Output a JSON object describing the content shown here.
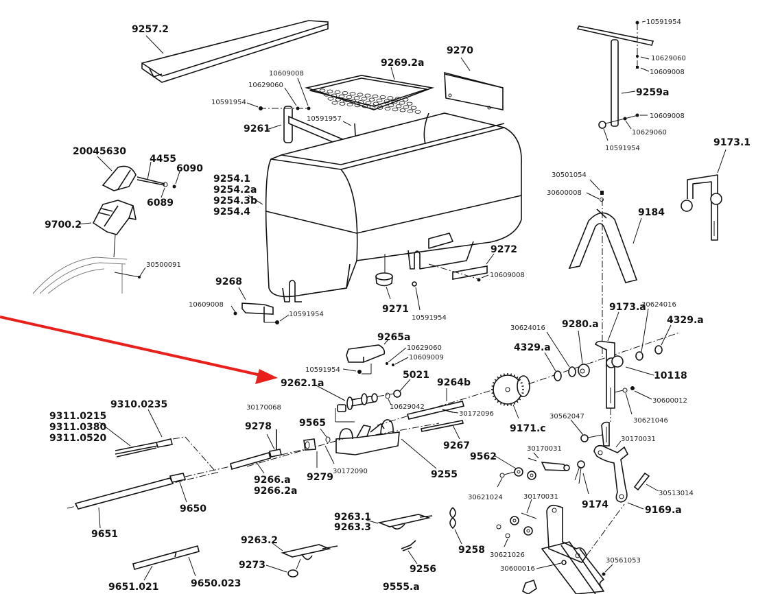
{
  "title": "Exploded parts diagram - hopper and drive assembly",
  "highlight": {
    "target_label": "9262.1a",
    "arrow_color": "#e8201c"
  },
  "labels": {
    "p9257_2": "9257.2",
    "p9269_2a": "9269.2a",
    "p9270": "9270",
    "p10609008_a": "10609008",
    "p10629060_a": "10629060",
    "p10591954_a": "10591954",
    "p10591957": "10591957",
    "p9261": "9261",
    "p20045630": "20045630",
    "p4455": "4455",
    "p6090": "6090",
    "p6089": "6089",
    "p9700_2": "9700.2",
    "p30500091": "30500091",
    "p9254": [
      "9254.1",
      "9254.2a",
      "9254.3b",
      "9254.4"
    ],
    "p10591954_top": "10591954",
    "p10629060_top": "10629060",
    "p10609008_top": "10609008",
    "p9259a": "9259a",
    "p10609008_mid": "10609008",
    "p10629060_mid": "10629060",
    "p10591954_mid": "10591954",
    "p9173_1": "9173.1",
    "p30501054": "30501054",
    "p30600008": "30600008",
    "p9184": "9184",
    "p9272": "9272",
    "p10609008_9272": "10609008",
    "p9268": "9268",
    "p10609008_9268": "10609008",
    "p10591954_9268": "10591954",
    "p9271": "9271",
    "p10591954_9271": "10591954",
    "p9265a": "9265a",
    "p10629060_9265": "10629060",
    "p10609009": "10609009",
    "p10591954_9265": "10591954",
    "p9262_1a": "9262.1a",
    "p5021": "5021",
    "p10629042": "10629042",
    "p9264b": "9264b",
    "p30172096": "30172096",
    "p9267": "9267",
    "p9255": "9255",
    "p9565": "9565",
    "p30172090": "30172090",
    "p9279": "9279",
    "p30170068": "30170068",
    "p9278": "9278",
    "p9266": [
      "9266.a",
      "9266.2a"
    ],
    "p9310_0235": "9310.0235",
    "p9311": [
      "9311.0215",
      "9311.0380",
      "9311.0520"
    ],
    "p9650": "9650",
    "p9651": "9651",
    "p9651_021": "9651.021",
    "p9650_023": "9650.023",
    "p9263_2": "9263.2",
    "p9273": "9273",
    "p9263_1": [
      "9263.1",
      "9263.3"
    ],
    "p9256": "9256",
    "p9555_a": "9555.a",
    "p9258": "9258",
    "p9171_c": "9171.c",
    "p4329_a_left": "4329.a",
    "p30624016_left": "30624016",
    "p9280_a": "9280.a",
    "p9173_a": "9173.a",
    "p30624016_right": "30624016",
    "p4329_a_right": "4329.a",
    "p10118": "10118",
    "p30600012": "30600012",
    "p30621046": "30621046",
    "p30562047": "30562047",
    "p30170031_a": "30170031",
    "p9562": "9562",
    "p30170031_b": "30170031",
    "p30621024": "30621024",
    "p9174": "9174",
    "p30513014": "30513014",
    "p9169_a": "9169.a",
    "p30170031_c": "30170031",
    "p30621026": "30621026",
    "p30600016": "30600016",
    "p30561053": "30561053"
  }
}
